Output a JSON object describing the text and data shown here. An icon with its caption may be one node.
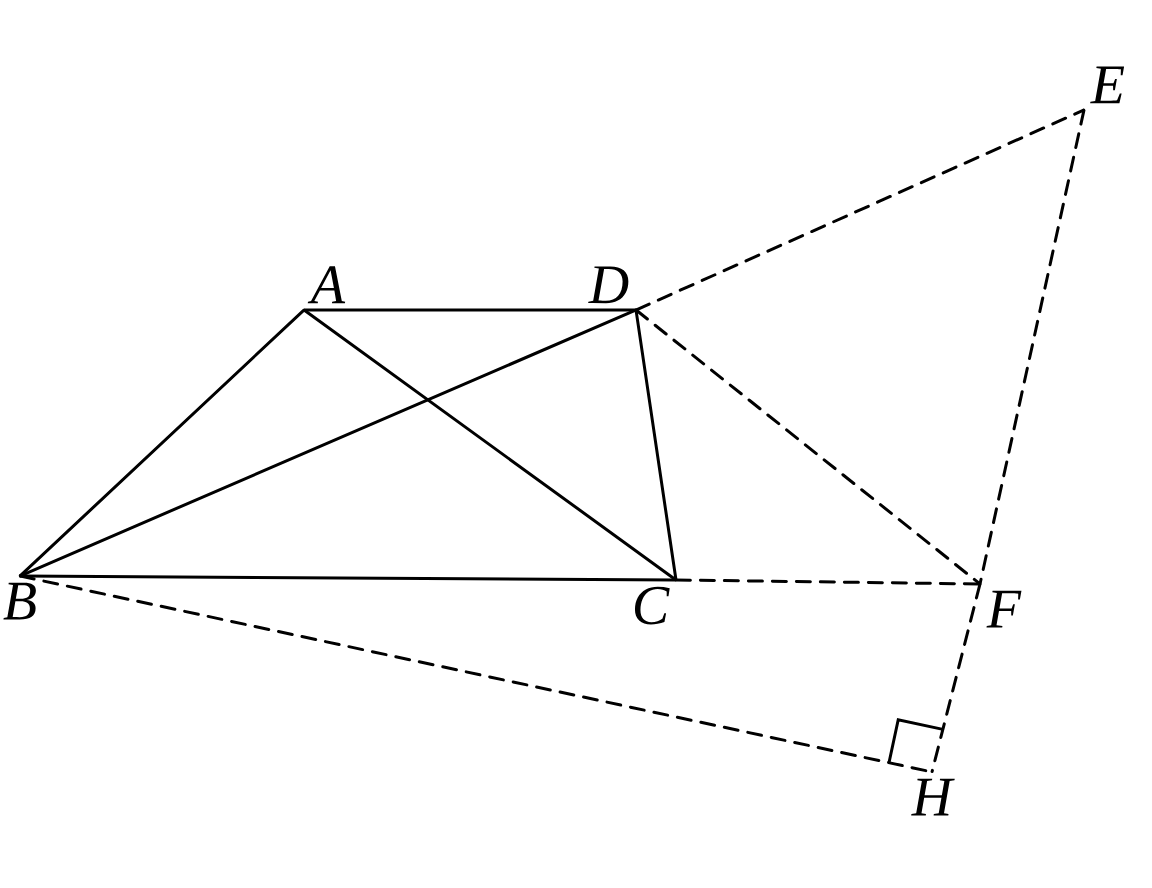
{
  "diagram": {
    "nodes": [
      {
        "text": [
          "A"
        ]
      },
      {
        "text": [
          "B"
        ]
      },
      {
        "text": [
          "C"
        ]
      },
      {
        "text": [
          "D"
        ]
      },
      {
        "text": [
          "E"
        ]
      },
      {
        "text": [
          "F"
        ]
      },
      {
        "text": [
          "H"
        ]
      }
    ],
    "edges": [
      {
        "from": 0,
        "to": 3,
        "arrow": "none"
      },
      {
        "from": 0,
        "to": 1,
        "arrow": "none"
      },
      {
        "from": 0,
        "to": 2,
        "arrow": "none"
      },
      {
        "from": 1,
        "to": 3,
        "arrow": "none"
      },
      {
        "from": 3,
        "to": 2,
        "arrow": "none"
      },
      {
        "from": 1,
        "to": 2,
        "arrow": "none"
      },
      {
        "from": 3,
        "to": 4,
        "arrow": "none",
        "style": "dashed"
      },
      {
        "from": 3,
        "to": 5,
        "arrow": "none",
        "style": "dashed"
      },
      {
        "from": 2,
        "to": 5,
        "arrow": "none",
        "style": "dashed"
      },
      {
        "from": 4,
        "to": 5,
        "arrow": "none",
        "style": "dashed"
      },
      {
        "from": 5,
        "to": 6,
        "arrow": "none",
        "style": "dashed"
      },
      {
        "from": 1,
        "to": 6,
        "arrow": "none",
        "style": "dashed"
      }
    ]
  }
}
